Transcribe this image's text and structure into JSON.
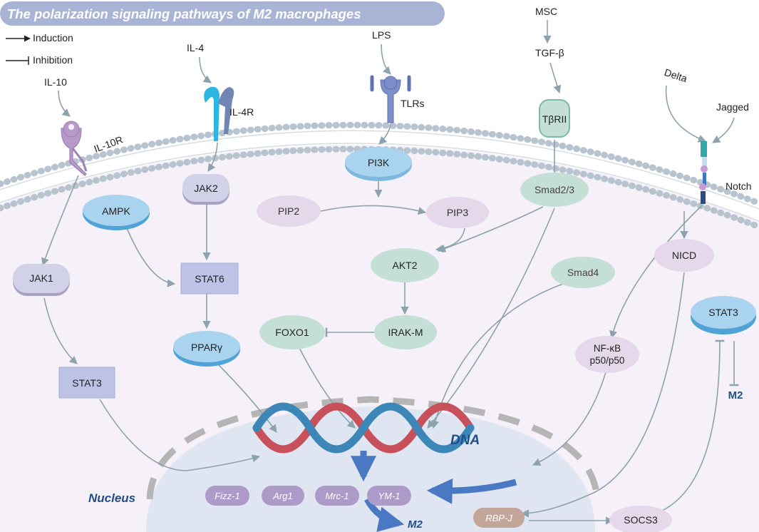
{
  "title": "The polarization signaling pathways of M2 macrophages",
  "legend": {
    "induction": "Induction",
    "inhibition": "Inhibition"
  },
  "ligands": {
    "il10": "IL-10",
    "il4": "IL-4",
    "lps": "LPS",
    "msc": "MSC",
    "tgfb": "TGF-β",
    "delta": "Delta",
    "jagged": "Jagged"
  },
  "receptors": {
    "il10r": "IL-10R",
    "il4r": "IL-4R",
    "tlrs": "TLRs",
    "tbrii": "TβRII",
    "notch": "Notch"
  },
  "nodes": {
    "pi3k": "PI3K",
    "jak2": "JAK2",
    "ampk": "AMPK",
    "pip2": "PIP2",
    "pip3": "PIP3",
    "smad23": "Smad2/3",
    "jak1": "JAK1",
    "stat6": "STAT6",
    "akt2": "AKT2",
    "smad4": "Smad4",
    "nicd": "NICD",
    "stat3_right": "STAT3",
    "foxo1": "FOXO1",
    "irakm": "IRAK-M",
    "pparg": "PPARγ",
    "nfkb_line1": "NF-κB",
    "nfkb_line2": "p50/p50",
    "stat3_left": "STAT3",
    "m2_right": "M2"
  },
  "nucleus": {
    "label": "Nucleus",
    "dna": "DNA",
    "genes": [
      "Fizz-1",
      "Arg1",
      "Mrc-1",
      "YM-1"
    ],
    "m2": "M2",
    "rbpj": "RBP-J",
    "socs3": "SOCS3"
  },
  "colors": {
    "title_bg": "#a9b3d6",
    "membrane_head": "#b7c3cf",
    "cytoplasm": "#f6f1f8",
    "nucleus": "#dfe5f1",
    "blue_node": "#a9d3ee",
    "lavender_node": "#d1d2e7",
    "purple_node": "#e4d8ea",
    "teal_node": "#c4dfd6",
    "m2_text": "#1f4e8a",
    "arrow": "#8ca3ad",
    "dna_red": "#c8505a",
    "dna_blue": "#3d87b8"
  }
}
